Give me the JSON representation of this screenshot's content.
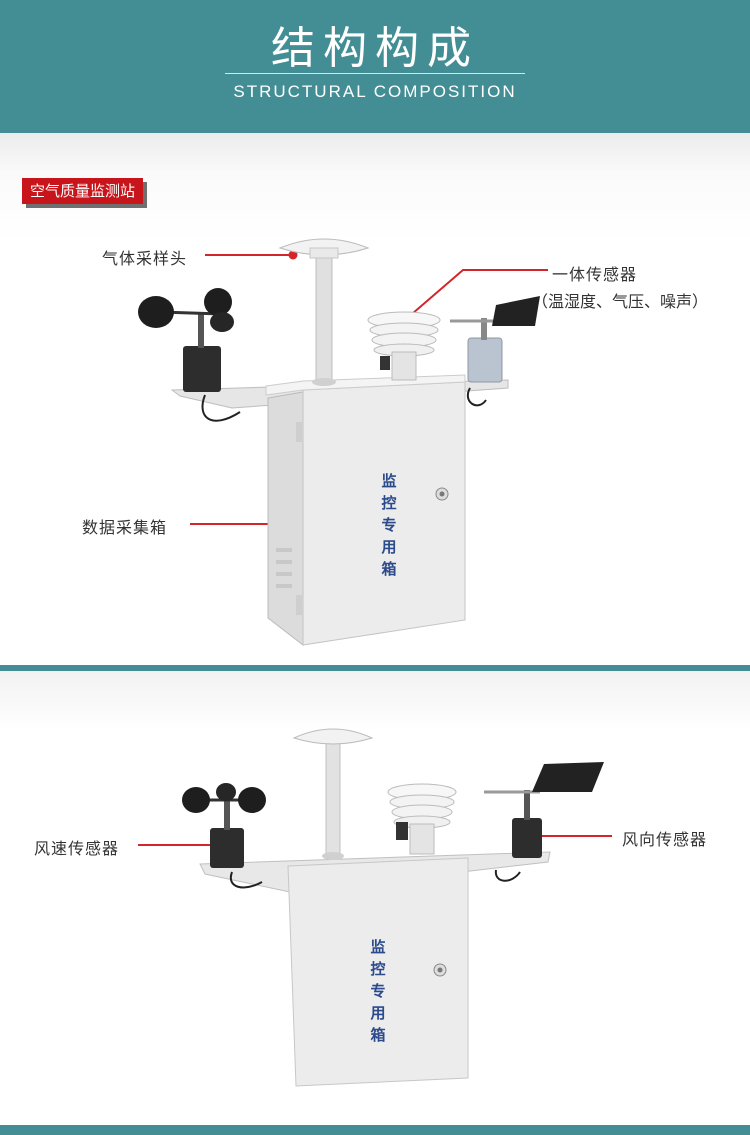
{
  "header": {
    "title": "结构构成",
    "subtitle": "STRUCTURAL COMPOSITION"
  },
  "section1": {
    "tag": "空气质量监测站",
    "labels": {
      "sampling_head": "气体采样头",
      "integrated_sensor": "一体传感器",
      "integrated_sensor_detail": "（温湿度、气压、噪声）",
      "data_box": "数据采集箱"
    },
    "box_text": [
      "监",
      "控",
      "专",
      "用",
      "箱"
    ]
  },
  "section2": {
    "labels": {
      "wind_speed": "风速传感器",
      "wind_direction": "风向传感器"
    },
    "box_text": [
      "监",
      "控",
      "专",
      "用",
      "箱"
    ]
  },
  "colors": {
    "teal": "#438e95",
    "red": "#c8151b",
    "box_text_blue": "#2b4a8c"
  }
}
